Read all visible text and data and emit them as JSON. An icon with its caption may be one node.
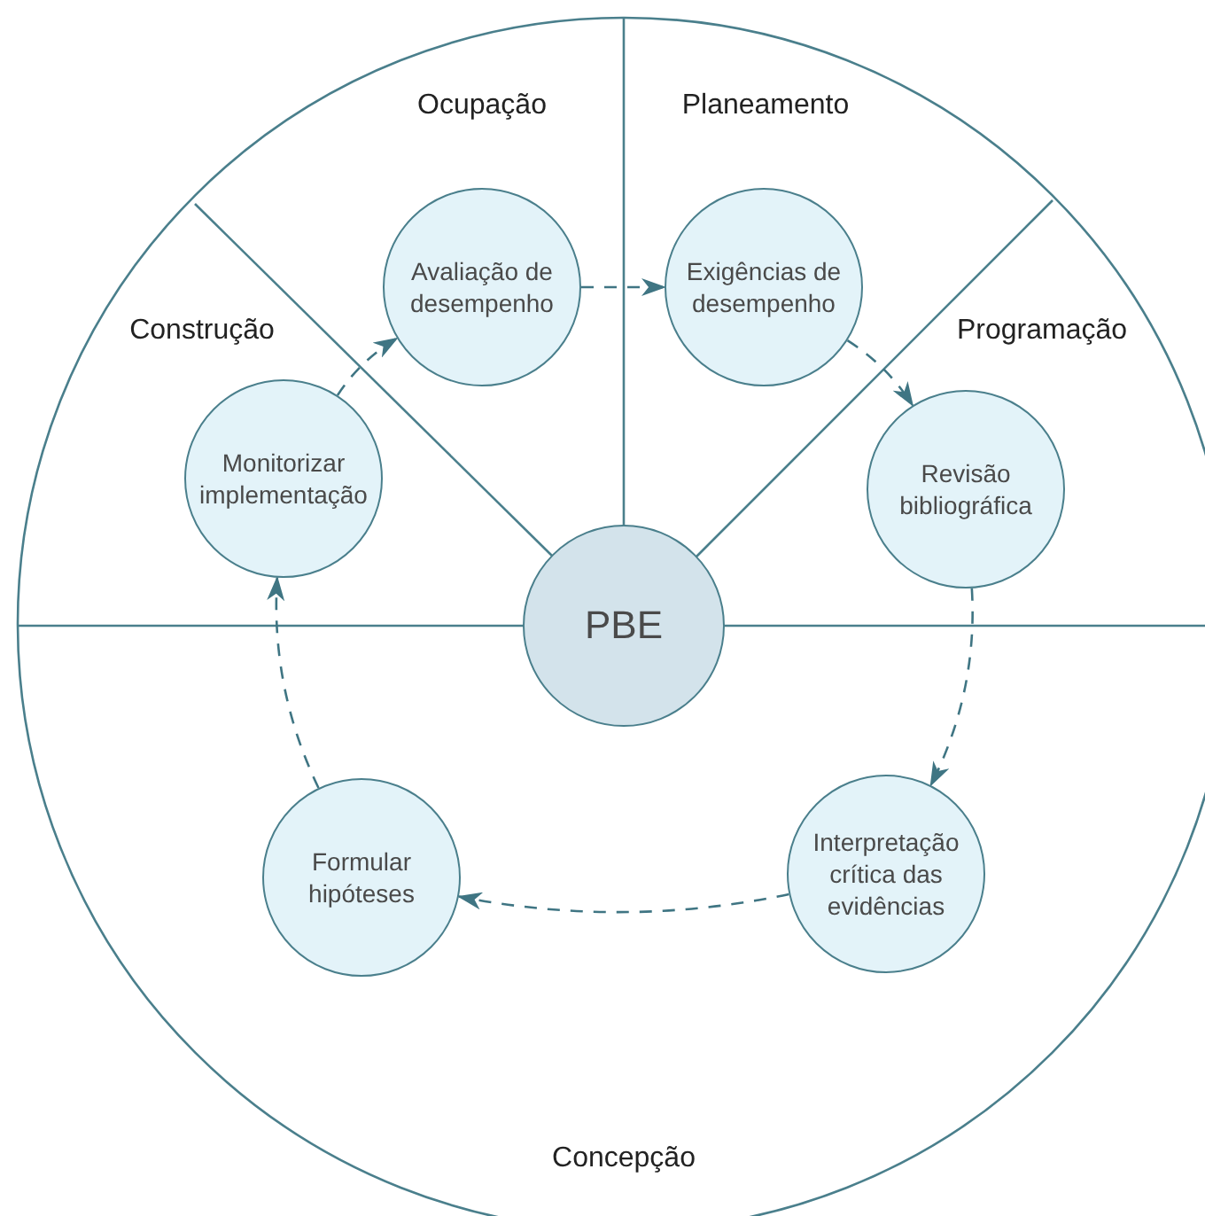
{
  "diagram": {
    "nodes": [
      {
        "text": [
          "PBE"
        ]
      },
      {
        "text": [
          "Avaliação de desempenho"
        ]
      },
      {
        "text": [
          "Exigências de desempenho"
        ]
      },
      {
        "text": [
          "Revisão bibliográfica"
        ]
      },
      {
        "text": [
          "Interpretação crítica das evidências"
        ]
      },
      {
        "text": [
          "Formular hipóteses"
        ]
      },
      {
        "text": [
          "Monitorizar implementação"
        ]
      }
    ],
    "edges": [
      {
        "from": 1,
        "to": 2,
        "arrow": "to",
        "style": "dashed"
      },
      {
        "from": 2,
        "to": 3,
        "arrow": "to",
        "style": "dashed"
      },
      {
        "from": 3,
        "to": 4,
        "arrow": "to",
        "style": "dashed"
      },
      {
        "from": 4,
        "to": 5,
        "arrow": "to",
        "style": "dashed"
      },
      {
        "from": 5,
        "to": 6,
        "arrow": "to",
        "style": "dashed"
      },
      {
        "from": 6,
        "to": 1,
        "arrow": "to",
        "style": "dashed"
      }
    ],
    "labels": [
      "Ocupação",
      "Planeamento",
      "Construção",
      "Programação",
      "Concepção"
    ]
  }
}
